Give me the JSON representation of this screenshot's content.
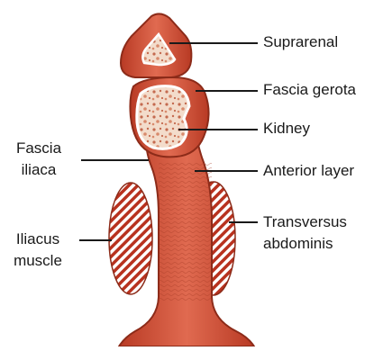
{
  "labels": {
    "suprarenal": "Suprarenal",
    "fascia_gerota": "Fascia gerota",
    "kidney": "Kidney",
    "fascia_iliaca_1": "Fascia",
    "fascia_iliaca_2": "iliaca",
    "anterior_layer": "Anterior layer",
    "iliacus_1": "Iliacus",
    "iliacus_2": "muscle",
    "transversus_1": "Transversus",
    "transversus_2": "abdominis"
  },
  "colors": {
    "fascia_fill": "#d4553d",
    "fascia_stroke": "#8c2b19",
    "organ_fill": "#f3dccb",
    "organ_speckle": "#c46a4f",
    "muscle_stripe": "#b8321f",
    "leader_line": "#1a1a1a"
  }
}
